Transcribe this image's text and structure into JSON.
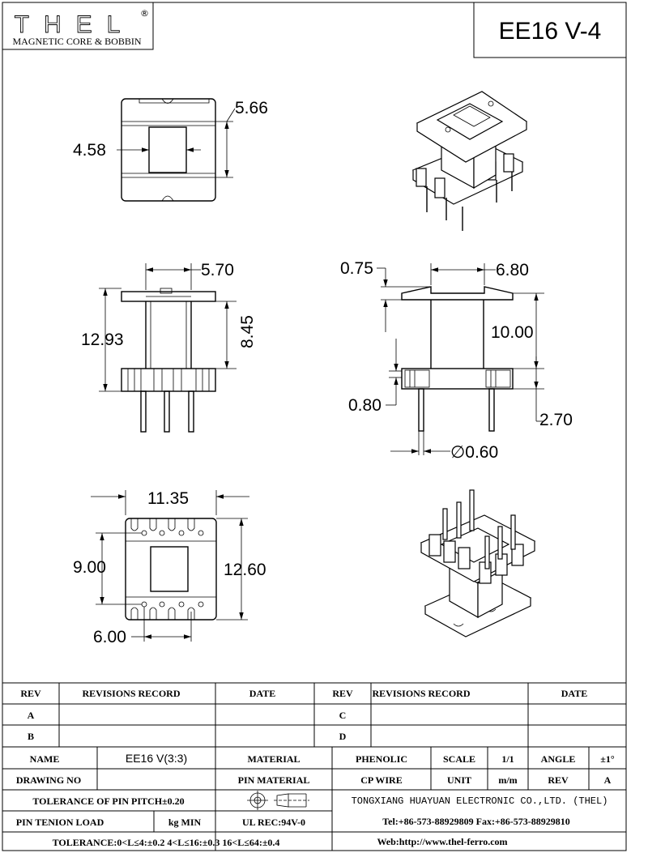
{
  "header": {
    "logo_text": "THEL",
    "logo_reg": "®",
    "subtitle": "MAGNETIC CORE & BOBBIN",
    "part_number": "EE16 V-4"
  },
  "dimensions": {
    "top_width": "5.66",
    "top_window": "4.58",
    "front_width": "5.70",
    "front_height": "12.93",
    "front_inner": "8.45",
    "side_flange": "0.75",
    "side_width": "6.80",
    "side_height": "10.00",
    "side_base": "0.80",
    "pin_length": "2.70",
    "pin_dia": "∅0.60",
    "bottom_width": "11.35",
    "bottom_depth": "9.00",
    "bottom_height": "12.60",
    "pin_pitch": "6.00"
  },
  "revisions": {
    "col_rev": "REV",
    "col_record": "REVISIONS RECORD",
    "col_date": "DATE",
    "row_a": "A",
    "row_b": "B",
    "row_c": "C",
    "row_d": "D"
  },
  "spec": {
    "name_label": "NAME",
    "name_value": "EE16 V(3:3)",
    "material_label": "MATERIAL",
    "material_value": "PHENOLIC",
    "scale_label": "SCALE",
    "scale_value": "1/1",
    "angle_label": "ANGLE",
    "angle_value": "±1°",
    "drawing_label": "DRAWING NO",
    "pin_material_label": "PIN MATERIAL",
    "pin_material_value": "CP WIRE",
    "unit_label": "UNIT",
    "unit_value": "m/m",
    "rev_label": "REV",
    "rev_value": "A",
    "tol_pitch": "TOLERANCE OF PIN PITCH±0.20",
    "company": "TONGXIANG HUAYUAN ELECTRONIC CO.,LTD.  (THEL)",
    "pin_load_label": "PIN TENION LOAD",
    "pin_load_unit": "kg MIN",
    "ul_rec": "UL REC:94V-0",
    "tel": "Tel:+86-573-88929809 Fax:+86-573-88929810",
    "tolerance": "TOLERANCE:0<L≤4:±0.2  4<L≤16:±0.3  16<L≤64:±0.4",
    "web": "Web:http://www.thel-ferro.com"
  }
}
